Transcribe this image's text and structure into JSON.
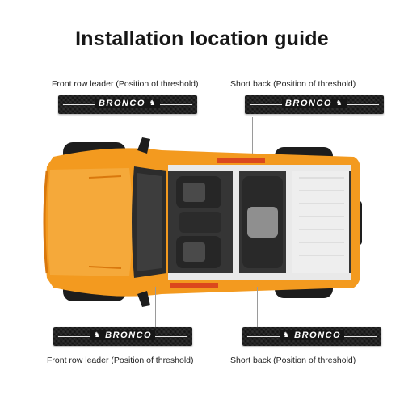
{
  "title": "Installation location guide",
  "labels": {
    "top_left": "Front row leader (Position of threshold)",
    "top_right": "Short back (Position of threshold)",
    "bottom_left": "Front row leader (Position of threshold)",
    "bottom_right": "Short back (Position of threshold)"
  },
  "sill_logo": "BRONCO",
  "colors": {
    "body": "#f39a1f",
    "body_dark": "#d9780d",
    "interior": "#3a3a3a",
    "frame": "#e9e9e9",
    "sill": "#161616"
  }
}
